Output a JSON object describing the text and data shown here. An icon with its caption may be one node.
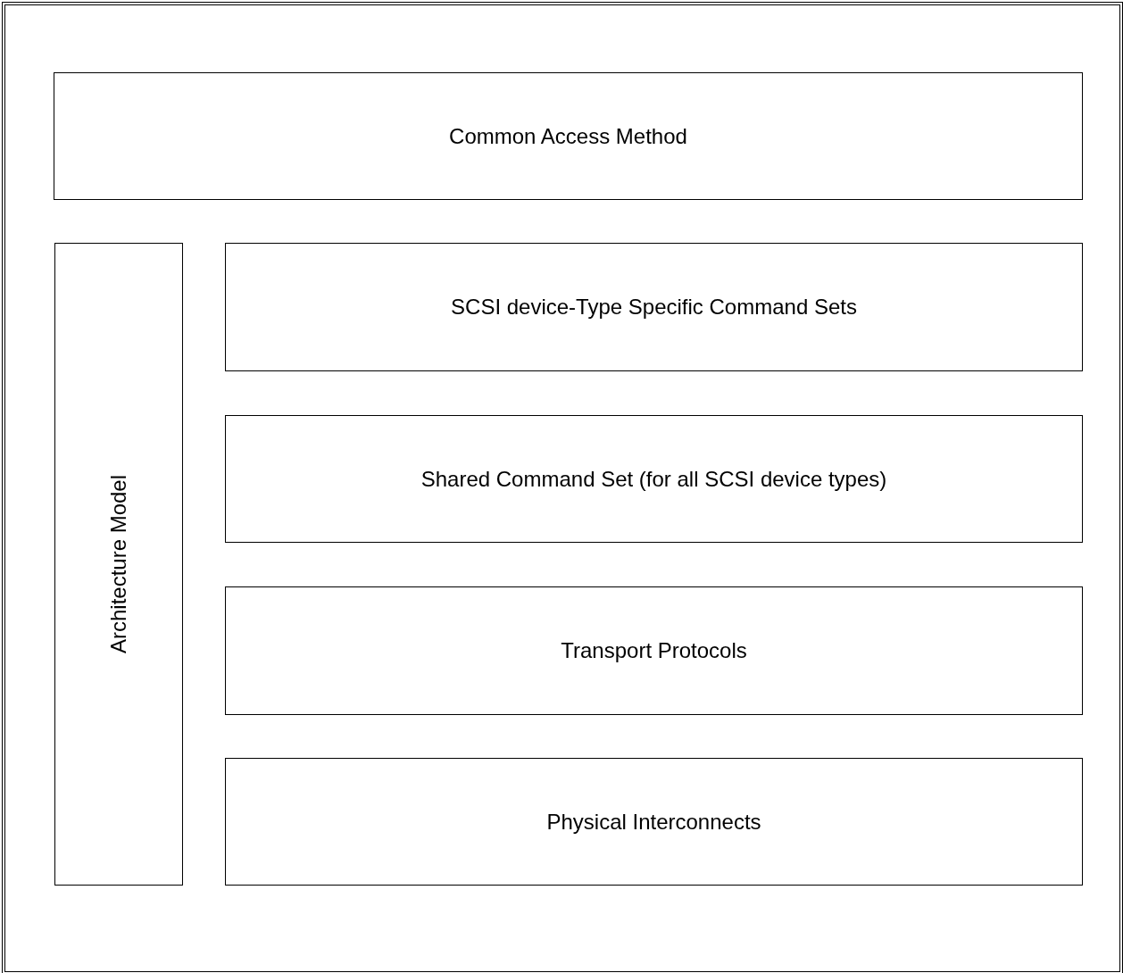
{
  "diagram": {
    "nodes": [
      {
        "text": [
          "Common Access Method"
        ]
      },
      {
        "text": [
          "Architecture Model"
        ]
      },
      {
        "text": [
          "SCSI device-Type Specific Command Sets"
        ]
      },
      {
        "text": [
          "Shared Command Set (for all SCSI device types)"
        ]
      },
      {
        "text": [
          "Transport Protocols"
        ]
      },
      {
        "text": [
          "Physical Interconnects"
        ]
      }
    ]
  }
}
